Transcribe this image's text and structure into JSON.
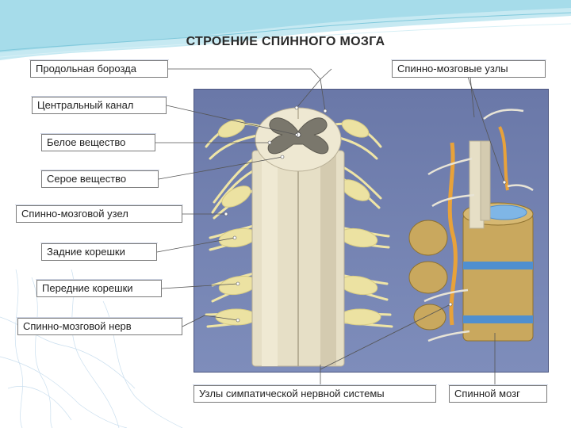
{
  "title": "СТРОЕНИЕ СПИННОГО МОЗГА",
  "labels": {
    "longitudinal_groove": "Продольная борозда",
    "central_canal": "Центральный канал",
    "white_matter": "Белое вещество",
    "gray_matter": "Серое вещество",
    "spinal_ganglion": "Спинно-мозговой узел",
    "dorsal_roots": "Задние корешки",
    "ventral_roots": "Передние корешки",
    "spinal_nerve": "Спинно-мозговой нерв",
    "spinal_ganglia": "Спинно-мозговые узлы",
    "sympathetic_nodes": "Узлы симпатической нервной системы",
    "spinal_cord": "Спинной мозг"
  },
  "colors": {
    "panel": "#7483b2",
    "cord": "#e6dfc6",
    "gray_matter": "#7a776c",
    "nerve": "#ece2a2",
    "vertebra": "#c9a85e",
    "disc": "#4f8fd0",
    "sympathetic": "#e8a23a"
  }
}
